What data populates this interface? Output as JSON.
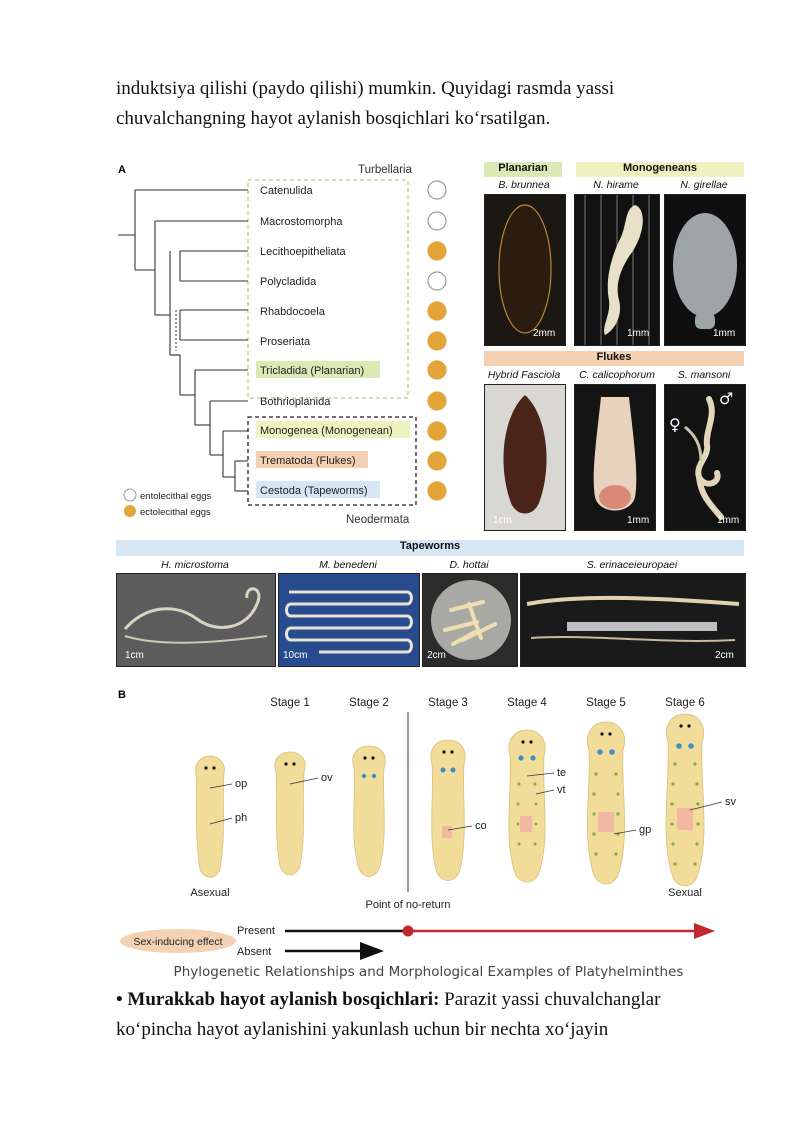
{
  "top_text": "induktsiya qilishi (paydo qilishi) mumkin. Quyidagi rasmda yassi chuvalchangning hayot aylanish bosqichlari ko‘rsatilgan.",
  "figure": {
    "panel_a_label": "A",
    "panel_b_label": "B",
    "turbellaria_label": "Turbellaria",
    "neodermata_label": "Neodermata",
    "taxa": [
      "Catenulida",
      "Macrostomorpha",
      "Lecithoepitheliata",
      "Polycladida",
      "Rhabdocoela",
      "Proseriata",
      "Tricladida (Planarian)",
      "Bothrioplanida",
      "Monogenea (Monogenean)",
      "Trematoda (Flukes)",
      "Cestoda (Tapeworms)"
    ],
    "egg_types": [
      "ento",
      "ento",
      "ecto",
      "ento",
      "ecto",
      "ecto",
      "ecto",
      "ecto",
      "ecto",
      "ecto",
      "ecto"
    ],
    "legend_ento": "entolecithal eggs",
    "legend_ecto": "ectolecithal eggs",
    "colors": {
      "ecto": "#e3a43a",
      "planarian_bg": "#dbe9b5",
      "monogenean_bg": "#eef2c0",
      "flukes_bg": "#f3d1b2",
      "tapeworm_bg": "#d7e6f5",
      "worm": "#f2dc9a",
      "arrow_red": "#c1272d"
    },
    "planarian_header": "Planarian",
    "monogeneans_header": "Monogeneans",
    "flukes_header": "Flukes",
    "tapeworms_header": "Tapeworms",
    "species": {
      "b_brunnea": "B. brunnea",
      "n_hirame": "N. hirame",
      "n_girellae": "N. girellae",
      "hybrid_fasciola": "Hybrid Fasciola",
      "c_calicophorum": "C. calicophorum",
      "s_mansoni": "S. mansoni",
      "h_microstoma": "H. microstoma",
      "m_benedeni": "M. benedeni",
      "d_hottai": "D. hottai",
      "s_erinaceieuropaei": "S. erinaceieuropaei"
    },
    "scales": {
      "two_mm": "2mm",
      "one_mm": "1mm",
      "one_cm": "1cm",
      "ten_cm": "10cm",
      "two_cm": "2cm"
    },
    "stages": [
      "Stage 1",
      "Stage 2",
      "Stage 3",
      "Stage 4",
      "Stage 5",
      "Stage 6"
    ],
    "organs": {
      "op": "op",
      "ph": "ph",
      "ov": "ov",
      "co": "co",
      "te": "te",
      "vt": "vt",
      "gp": "gp",
      "sv": "sv"
    },
    "asexual_label": "Asexual",
    "sexual_label": "Sexual",
    "no_return_label": "Point of no-return",
    "sex_inducing_label": "Sex-inducing effect",
    "present_label": "Present",
    "absent_label": "Absent",
    "male_symbol": "♂",
    "female_symbol": "♀"
  },
  "caption": "Phylogenetic Relationships and Morphological Examples of Platyhelminthes",
  "bottom_bold": "• Murakkab hayot aylanish bosqichlari:",
  "bottom_text": " Parazit yassi chuvalchanglar ko‘pincha hayot aylanishini yakunlash uchun bir nechta xo‘jayin"
}
